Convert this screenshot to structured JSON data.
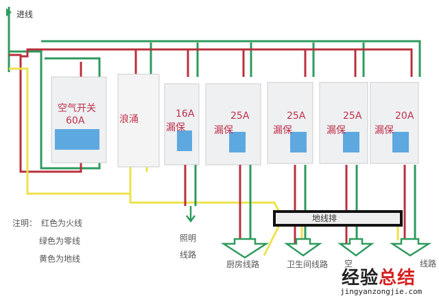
{
  "title": "进线",
  "devices": [
    {
      "name": "空气开关",
      "rating": "60A"
    },
    {
      "name": "浪涌",
      "rating": ""
    },
    {
      "name": "漏保",
      "rating": "16A"
    },
    {
      "name": "漏保",
      "rating": "25A"
    },
    {
      "name": "漏保",
      "rating": "25A"
    },
    {
      "name": "漏保",
      "rating": "25A"
    },
    {
      "name": "漏保",
      "rating": "20A"
    }
  ],
  "ground_bar": "地线排",
  "legend": {
    "prefix": "注明：",
    "red": "红色为火线",
    "green": "绿色为零线",
    "yellow": "黄色为地线"
  },
  "circuits": {
    "lighting_1": "照明",
    "lighting_2": "线路",
    "kitchen": "厨房线路",
    "bathroom": "卫生间线路",
    "aircon": "空",
    "other": "线路"
  },
  "watermark": {
    "black": "经验",
    "red": "总结",
    "url": "jingyanzongjie.com"
  },
  "colors": {
    "live": "#b8303c",
    "neutral": "#2e9a5e",
    "ground": "#ece24a",
    "label": "#c0304a"
  }
}
